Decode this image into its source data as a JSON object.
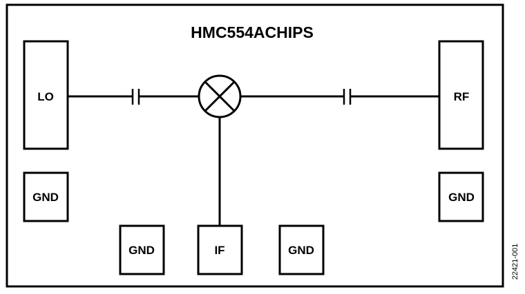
{
  "title": "HMC554ACHIPS",
  "ports": {
    "lo": "LO",
    "rf": "RF",
    "if": "IF"
  },
  "ground_pads": {
    "left": "GND",
    "right": "GND",
    "bottom_left": "GND",
    "bottom_right": "GND"
  },
  "figure_id": "22421-001",
  "symbols": {
    "mixer": "mixer-icon",
    "lo_capacitor": "capacitor-icon",
    "rf_capacitor": "capacitor-icon"
  }
}
